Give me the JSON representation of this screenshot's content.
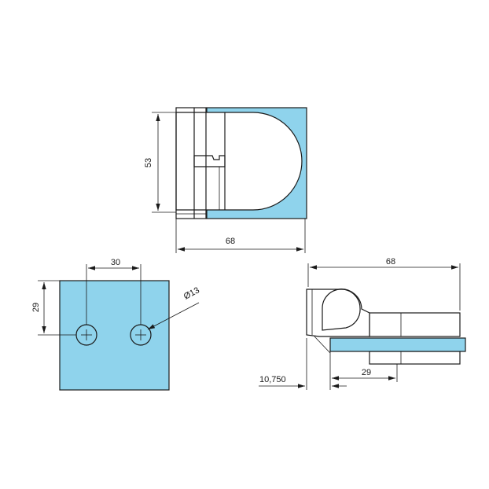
{
  "colors": {
    "glass": "#8fd3ec",
    "line": "#1a1a1a",
    "background": "#ffffff"
  },
  "views": {
    "top": {
      "width_label": "68",
      "height_label": "53"
    },
    "plate": {
      "hole_spacing_label": "30",
      "hole_offset_label": "29",
      "hole_diameter_label": "Ø13"
    },
    "side": {
      "length_label": "68",
      "offset_label": "10,750",
      "depth_label": "29"
    }
  }
}
